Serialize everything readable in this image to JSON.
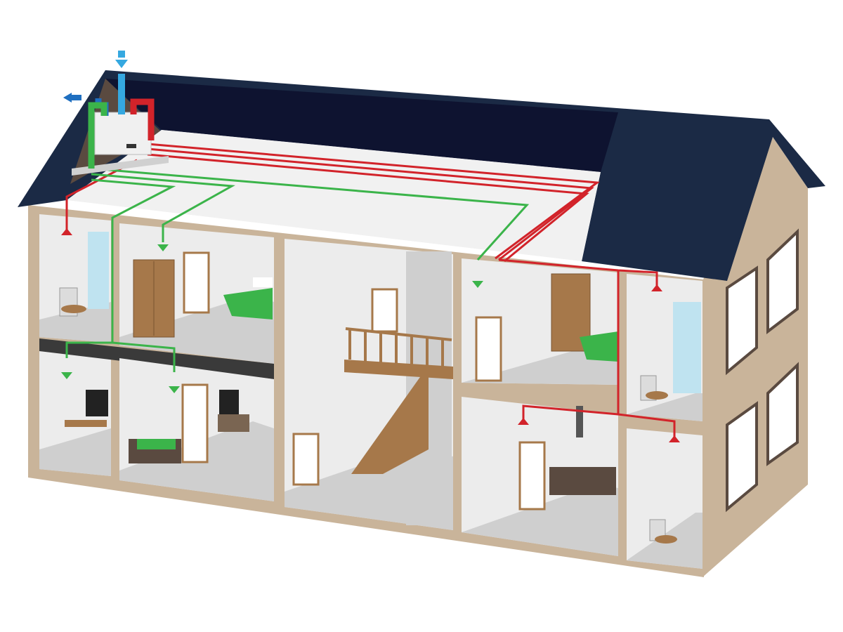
{
  "diagram": {
    "subject": "house-ventilation-heat-recovery-system",
    "colors": {
      "roof": "#1b2a45",
      "attic_back": "#0e1330",
      "gable_interior": "#5a4a40",
      "wall": "#c9b49a",
      "interior": "#ececec",
      "floor": "#cfcfcf",
      "supply_air": "#3bb44a",
      "extract_air": "#d2232a",
      "outdoor_intake": "#35a8e0",
      "exhaust": "#1f6fc0",
      "door": "#a6784a",
      "bed": "#3bb44a"
    },
    "icons": [
      "fresh-air-intake-arrow",
      "exhaust-air-arrow",
      "supply-vent-arrow",
      "extract-vent-arrow",
      "ventilation-unit"
    ]
  }
}
